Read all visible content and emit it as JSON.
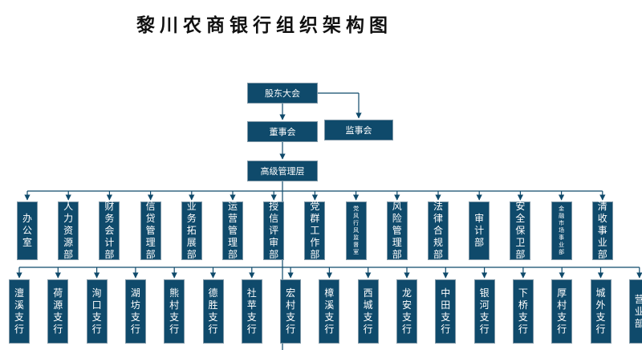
{
  "title": "黎川农商银行组织架构图",
  "colors": {
    "box_fill": "#0f4a6b",
    "line": "#0f4a6b",
    "text": "#ffffff"
  },
  "top": {
    "shareholders": "股东大会",
    "board": "董事会",
    "supervisory": "监事会",
    "management": "高级管理层"
  },
  "departments": [
    "办公室",
    "人力资源部",
    "财务会计部",
    "信贷管理部",
    "业务拓展部",
    "运营管理部",
    "授信评审部",
    "党群工作部",
    "党风行风监督室",
    "风险管理部",
    "法律合规部",
    "审计部",
    "安全保卫部",
    "金融市场事业部",
    "清收事业部"
  ],
  "branches": [
    "澶溪支行",
    "荷源支行",
    "洵口支行",
    "湖坊支行",
    "熊村支行",
    "德胜支行",
    "社苹支行",
    "宏村支行",
    "樟溪支行",
    "西城支行",
    "龙安支行",
    "中田支行",
    "银河支行",
    "下桥支行",
    "厚村支行",
    "城外支行",
    "营业部"
  ]
}
